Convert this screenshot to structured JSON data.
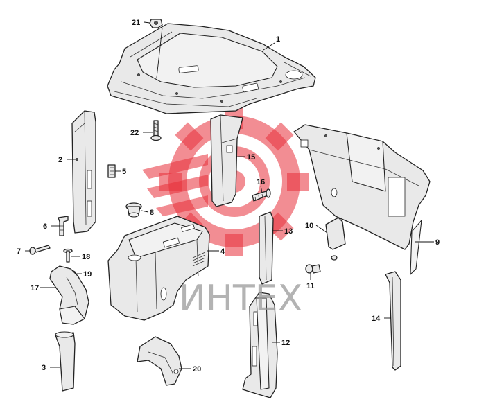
{
  "watermark": {
    "text": "ИНТЕХ",
    "logo": "gear-logo",
    "color": "#e8303a"
  },
  "callouts": [
    {
      "id": "1",
      "label": "1"
    },
    {
      "id": "2",
      "label": "2"
    },
    {
      "id": "3",
      "label": "3"
    },
    {
      "id": "4",
      "label": "4"
    },
    {
      "id": "5",
      "label": "5"
    },
    {
      "id": "6",
      "label": "6"
    },
    {
      "id": "7",
      "label": "7"
    },
    {
      "id": "8",
      "label": "8"
    },
    {
      "id": "9",
      "label": "9"
    },
    {
      "id": "10",
      "label": "10"
    },
    {
      "id": "11",
      "label": "11"
    },
    {
      "id": "12",
      "label": "12"
    },
    {
      "id": "13",
      "label": "13"
    },
    {
      "id": "14",
      "label": "14"
    },
    {
      "id": "15",
      "label": "15"
    },
    {
      "id": "16",
      "label": "16"
    },
    {
      "id": "17",
      "label": "17"
    },
    {
      "id": "18",
      "label": "18"
    },
    {
      "id": "19",
      "label": "19"
    },
    {
      "id": "20",
      "label": "20"
    },
    {
      "id": "21",
      "label": "21"
    },
    {
      "id": "22",
      "label": "22"
    }
  ]
}
